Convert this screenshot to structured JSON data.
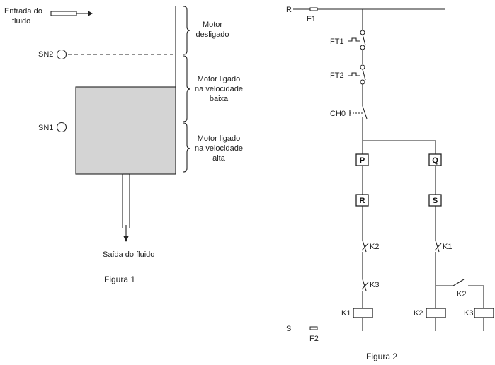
{
  "figure1": {
    "inlet_label_line1": "Entrada do",
    "inlet_label_line2": "fluido",
    "sensor_upper": "SN2",
    "sensor_lower": "SN1",
    "outlet_label": "Saída do fluido",
    "caption": "Figura 1",
    "level_off_line1": "Motor",
    "level_off_line2": "desligado",
    "level_low_line1": "Motor ligado",
    "level_low_line2": "na velocidade",
    "level_low_line3": "baixa",
    "level_high_line1": "Motor ligado",
    "level_high_line2": "na velocidade",
    "level_high_line3": "alta",
    "tank_fill_color": "#d4d4d4"
  },
  "figure2": {
    "supply_top": "R",
    "supply_bottom": "S",
    "fuse_top": "F1",
    "fuse_bottom": "F2",
    "thermal_1": "FT1",
    "thermal_2": "FT2",
    "switch": "CH0",
    "box_p": "P",
    "box_q": "Q",
    "box_r": "R",
    "box_s": "S",
    "contact_k2_left": "K2",
    "contact_k3_left": "K3",
    "contact_k1_right": "K1",
    "contact_k2_right": "K2",
    "coil_k1": "K1",
    "coil_k2": "K2",
    "coil_k3": "K3",
    "caption": "Figura 2"
  }
}
